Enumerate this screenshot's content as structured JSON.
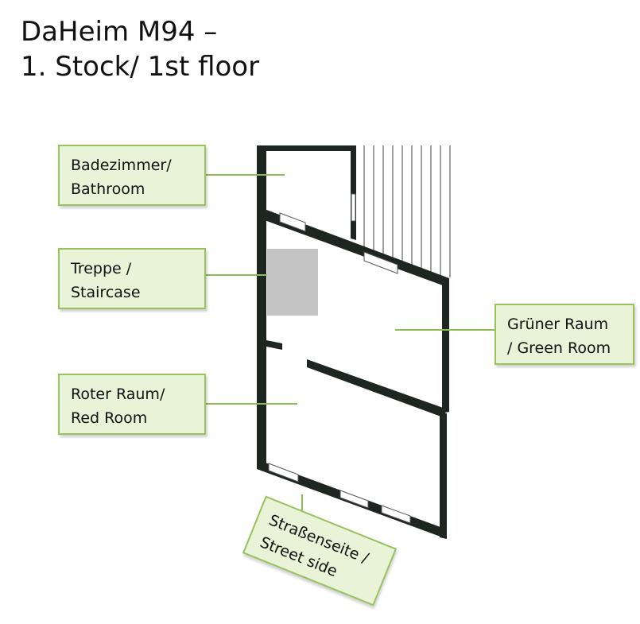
{
  "title": "DaHeim M94 –\n1. Stock/ 1st floor",
  "labels": {
    "bathroom": "Badezimmer/\nBathroom",
    "staircase": "Treppe /\nStaircase",
    "red_room": "Roter Raum/\nRed Room",
    "green_room": "Grüner Raum\n/ Green Room",
    "street_side": "Straßenseite /\nStreet side"
  },
  "colors": {
    "label_fill": "#e8f3d8",
    "label_border": "#97c25e",
    "leader_line": "#8dbb58",
    "wall": "#1e2622",
    "staircase_fill": "#c4c4c4"
  }
}
